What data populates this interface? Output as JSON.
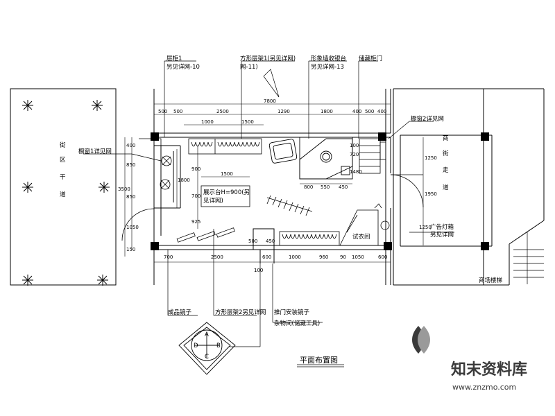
{
  "drawing": {
    "title": "平面布置图",
    "labels": {
      "top": [
        "层柜1",
        "另见详网-10",
        "方形层架1(另见详网)",
        "网-11)",
        "形象墙收银台",
        "另见详网-13",
        "储藏柜门"
      ],
      "left_plaza": [
        "街",
        "区",
        "干",
        "道"
      ],
      "right_street": [
        "商",
        "街",
        "走",
        "道"
      ],
      "shop_window_1": "橱窗1详见网",
      "shop_window_2": "橱窗2详见网",
      "display_table": [
        "展示台H=900(另",
        "见详网)"
      ],
      "fitting_room": "试衣间",
      "ad_light_box": [
        "广告灯箱",
        "另见详网"
      ],
      "mall_stair": "商场楼梯",
      "bottom": [
        "成品镜子",
        "方形层架2另见详网",
        "推门安装镜子",
        "杂物间(储藏工具)"
      ],
      "compass": [
        "A",
        "B",
        "C",
        "D"
      ]
    },
    "dimensions": {
      "top_overall": "7800",
      "top_row": [
        "500",
        "500",
        "2500",
        "1290",
        "1800",
        "400",
        "500",
        "400"
      ],
      "top_row2": [
        "1000",
        "1500"
      ],
      "counter": [
        "800",
        "550",
        "450"
      ],
      "left": [
        "400",
        "850",
        "3500",
        "850",
        "1050",
        "150"
      ],
      "left_inner": [
        "1800",
        "900",
        "700",
        "925"
      ],
      "right": [
        "1250",
        "1950",
        "1250"
      ],
      "table": "1500",
      "bottom_row": [
        "700",
        "2500",
        "600",
        "1000",
        "960",
        "90",
        "1050",
        "600"
      ],
      "bottom_misc": [
        "100",
        "450",
        "500"
      ],
      "counter_vert": [
        "720",
        "1480",
        "100"
      ]
    }
  }
}
